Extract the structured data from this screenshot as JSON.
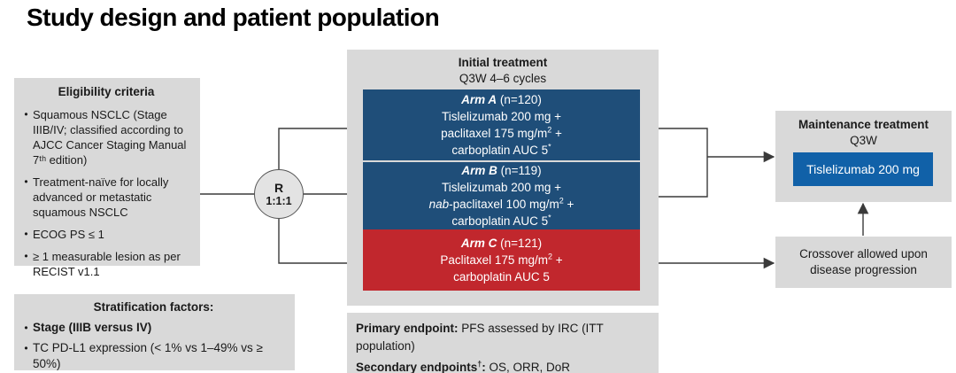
{
  "title": "Study design and patient population",
  "colors": {
    "arm_blue": "#1f4e79",
    "arm_red": "#c1272d",
    "maintenance_blue": "#1161a8",
    "panel_gray": "#d9d9d9",
    "wire": "#3a3a3a"
  },
  "eligibility": {
    "header": "Eligibility criteria",
    "items": [
      "Squamous NSCLC (Stage IIIB/IV; classified according to AJCC Cancer Staging Manual 7ᵗʰ edition)",
      "Treatment-naïve for locally advanced or metastatic squamous NSCLC",
      "ECOG PS ≤ 1",
      "≥ 1 measurable lesion as per RECIST v1.1"
    ]
  },
  "stratification": {
    "header": "Stratification factors:",
    "items": [
      {
        "text": "Stage (IIIB versus IV)",
        "bold": true
      },
      {
        "text": "TC PD-L1 expression (< 1% vs 1–49% vs ≥ 50%)",
        "bold": false
      }
    ]
  },
  "randomization": {
    "letter": "R",
    "ratio": "1:1:1"
  },
  "initial_treatment": {
    "header": "Initial treatment",
    "subheader": "Q3W 4–6 cycles"
  },
  "arms": [
    {
      "id": "a",
      "label": "Arm A",
      "n": "(n=120)",
      "color": "#1f4e79",
      "height": 80,
      "lines": [
        [
          {
            "t": "Tislelizumab 200 mg +"
          }
        ],
        [
          {
            "t": "paclitaxel 175 mg/m"
          },
          {
            "t": "2",
            "sup": true
          },
          {
            "t": " +"
          }
        ],
        [
          {
            "t": "carboplatin AUC 5"
          },
          {
            "t": "*",
            "sup": true
          }
        ]
      ]
    },
    {
      "id": "b",
      "label": "Arm B",
      "n": "(n=119)",
      "color": "#1f4e79",
      "height": 76,
      "lines": [
        [
          {
            "t": "Tislelizumab 200 mg +"
          }
        ],
        [
          {
            "t": "nab",
            "italic": true
          },
          {
            "t": "-paclitaxel 100 mg/m"
          },
          {
            "t": "2",
            "sup": true
          },
          {
            "t": " +"
          }
        ],
        [
          {
            "t": "carboplatin AUC 5"
          },
          {
            "t": "*",
            "sup": true
          }
        ]
      ]
    },
    {
      "id": "c",
      "label": "Arm C",
      "n": "(n=121)",
      "color": "#c1272d",
      "height": 69,
      "lines": [
        [
          {
            "t": "Paclitaxel 175 mg/m"
          },
          {
            "t": "2",
            "sup": true
          },
          {
            "t": " +"
          }
        ],
        [
          {
            "t": "carboplatin AUC 5"
          }
        ]
      ]
    }
  ],
  "endpoints": {
    "primary_label": "Primary endpoint:",
    "primary_text": " PFS assessed by IRC (ITT population)",
    "secondary_label": "Secondary endpoints",
    "secondary_sup": "†",
    "secondary_colon": ":",
    "secondary_text": " OS, ORR, DoR"
  },
  "maintenance": {
    "header": "Maintenance treatment",
    "subheader": "Q3W",
    "pill": "Tislelizumab 200 mg"
  },
  "crossover": {
    "text": "Crossover allowed upon disease progression"
  }
}
